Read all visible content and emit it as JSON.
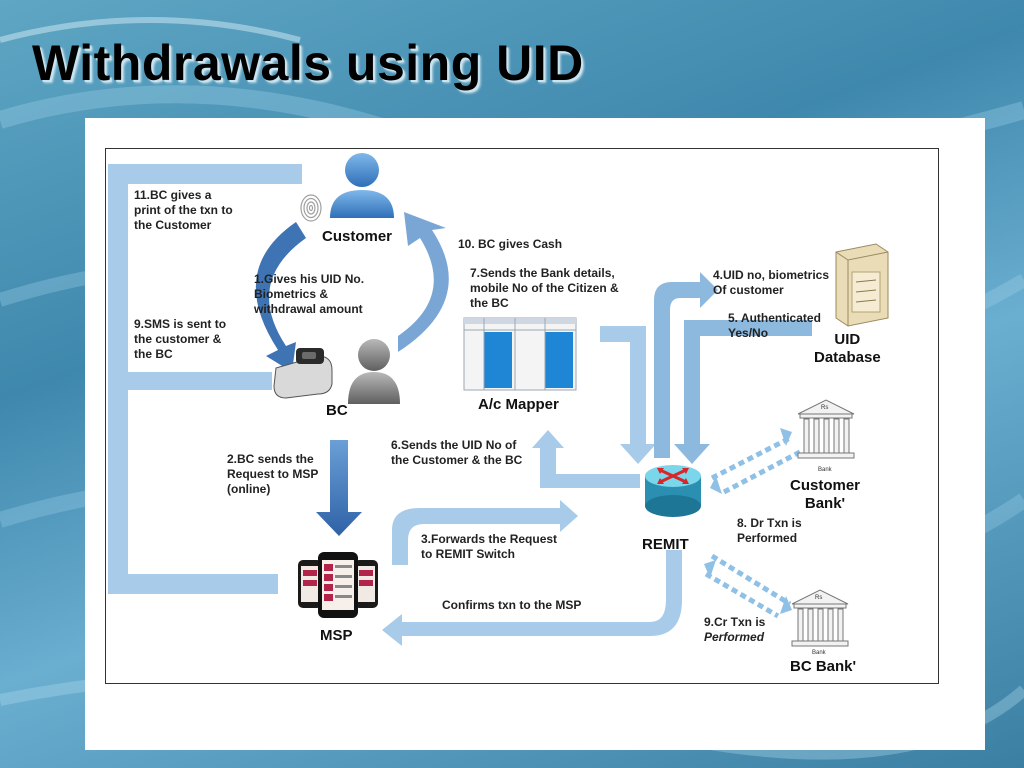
{
  "slide": {
    "title": "Withdrawals using UID"
  },
  "nodes": {
    "customer": "Customer",
    "bc": "BC",
    "ac_mapper": "A/c Mapper",
    "remit": "REMIT",
    "msp": "MSP",
    "uid_database": "UID\nDatabase",
    "customer_bank": "Customer\nBank'",
    "bc_bank": "BC Bank'",
    "bank_small": "Bank",
    "rs": "Rs"
  },
  "steps": {
    "s1": "1.Gives his  UID No.\nBiometrics &\nwithdrawal amount",
    "s2": "2.BC sends the\nRequest to MSP\n(online)",
    "s3": "3.Forwards  the Request\nto REMIT Switch",
    "s4": "4.UID no, biometrics\nOf customer",
    "s5": "5. Authenticated\nYes/No",
    "s6": "6.Sends the UID No of\nthe Customer & the BC",
    "s7": "7.Sends the Bank details,\nmobile No of the Citizen &\nthe BC",
    "s8": "8. Dr Txn is\nPerformed",
    "s9a": "9.SMS is sent to\nthe customer &\nthe BC",
    "s9b_line1": "9.Cr Txn is",
    "s9b_line2": "Performed",
    "s10": "10. BC gives Cash",
    "s11": "11.BC gives a\nprint of the txn to\nthe Customer",
    "confirm": "Confirms txn to the MSP"
  },
  "colors": {
    "arrow_light": "#a7cbe8",
    "arrow_mid": "#8db9de",
    "arrow_dark": "#3f74b4",
    "table_blue": "#1f86d6",
    "dotted": "#8fc0e6"
  }
}
